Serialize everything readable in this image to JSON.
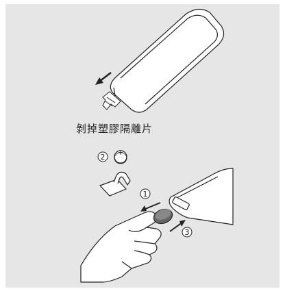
{
  "caption": "剝掉塑膠隔離片",
  "steps": {
    "one": "1",
    "two": "2",
    "three": "3"
  },
  "battery_sign": "+",
  "colors": {
    "panel": "#e6e6e6",
    "line": "#222222",
    "battery": "#666666"
  }
}
